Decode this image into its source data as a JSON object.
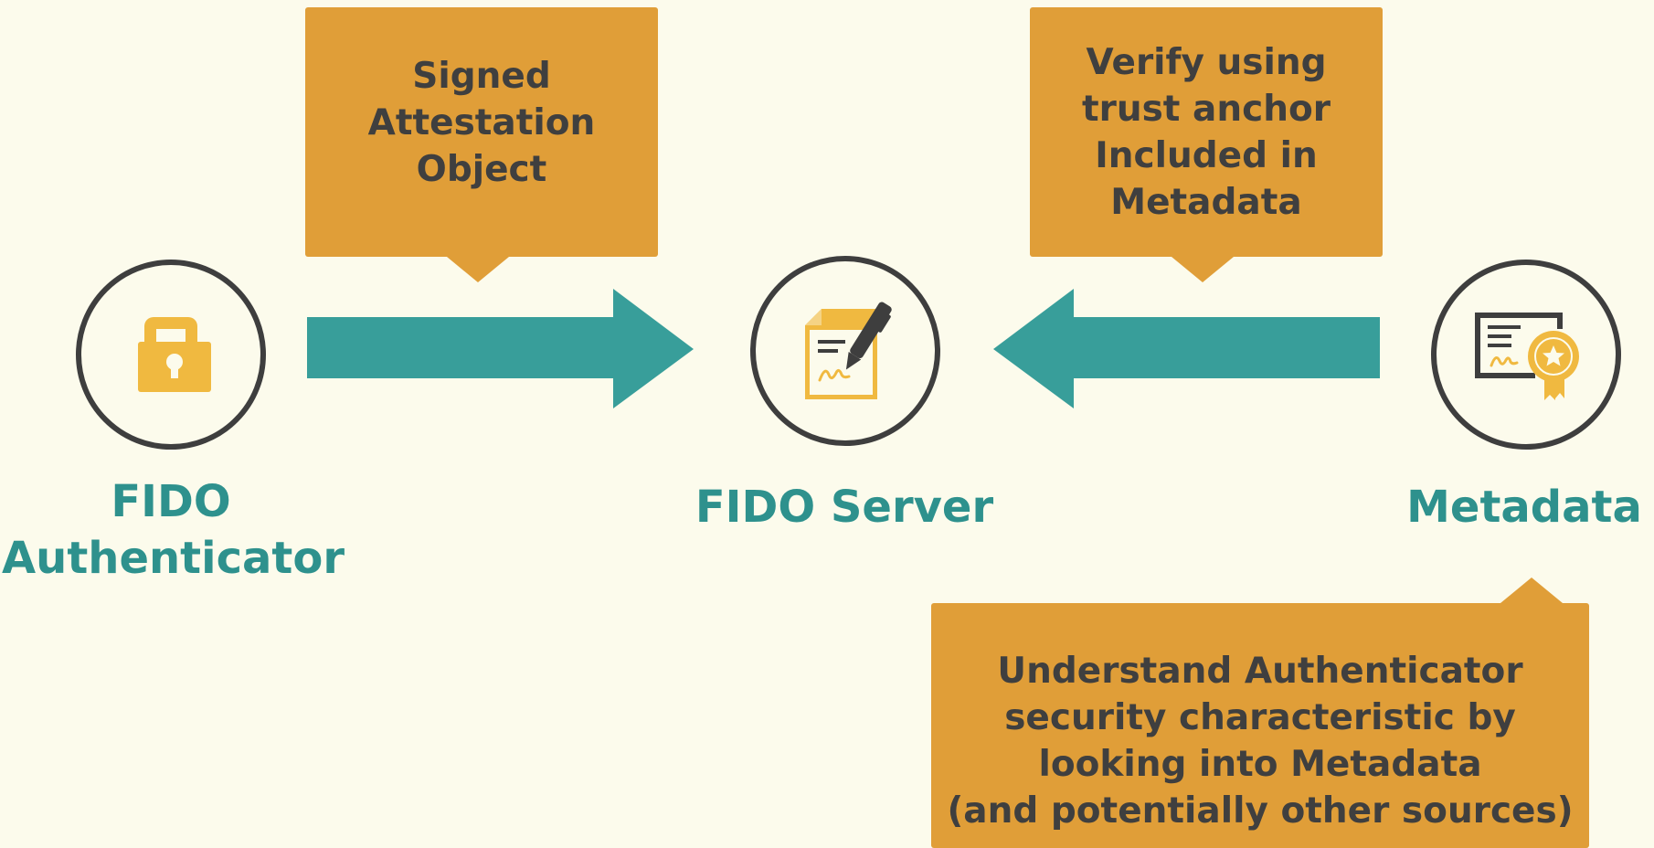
{
  "callouts": {
    "signed": {
      "lines": [
        "Signed",
        "Attestation",
        "Object"
      ]
    },
    "verify": {
      "lines": [
        "Verify using",
        "trust anchor",
        "Included in",
        "Metadata"
      ]
    },
    "understand": {
      "lines": [
        "Understand Authenticator",
        "security characteristic by",
        "looking into Metadata",
        "(and potentially other sources)"
      ]
    }
  },
  "nodes": {
    "authenticator": {
      "label_lines": [
        "FIDO",
        "Authenticator"
      ],
      "icon": "padlock-icon"
    },
    "server": {
      "label_lines": [
        "FIDO Server"
      ],
      "icon": "signed-document-pen-icon"
    },
    "metadata": {
      "label_lines": [
        "Metadata"
      ],
      "icon": "certificate-icon"
    }
  },
  "arrows": [
    {
      "from": "FIDO Authenticator",
      "to": "FIDO Server",
      "direction": "right"
    },
    {
      "from": "Metadata",
      "to": "FIDO Server",
      "direction": "left"
    }
  ],
  "colors": {
    "background": "#fcfbec",
    "callout": "#e09e38",
    "callout_text": "#3f3f3f",
    "arrow": "#389e9a",
    "label": "#2e918d",
    "circle_border": "#3e3e3e",
    "icon_yellow": "#f0b940",
    "icon_dark": "#3e3e3e"
  }
}
